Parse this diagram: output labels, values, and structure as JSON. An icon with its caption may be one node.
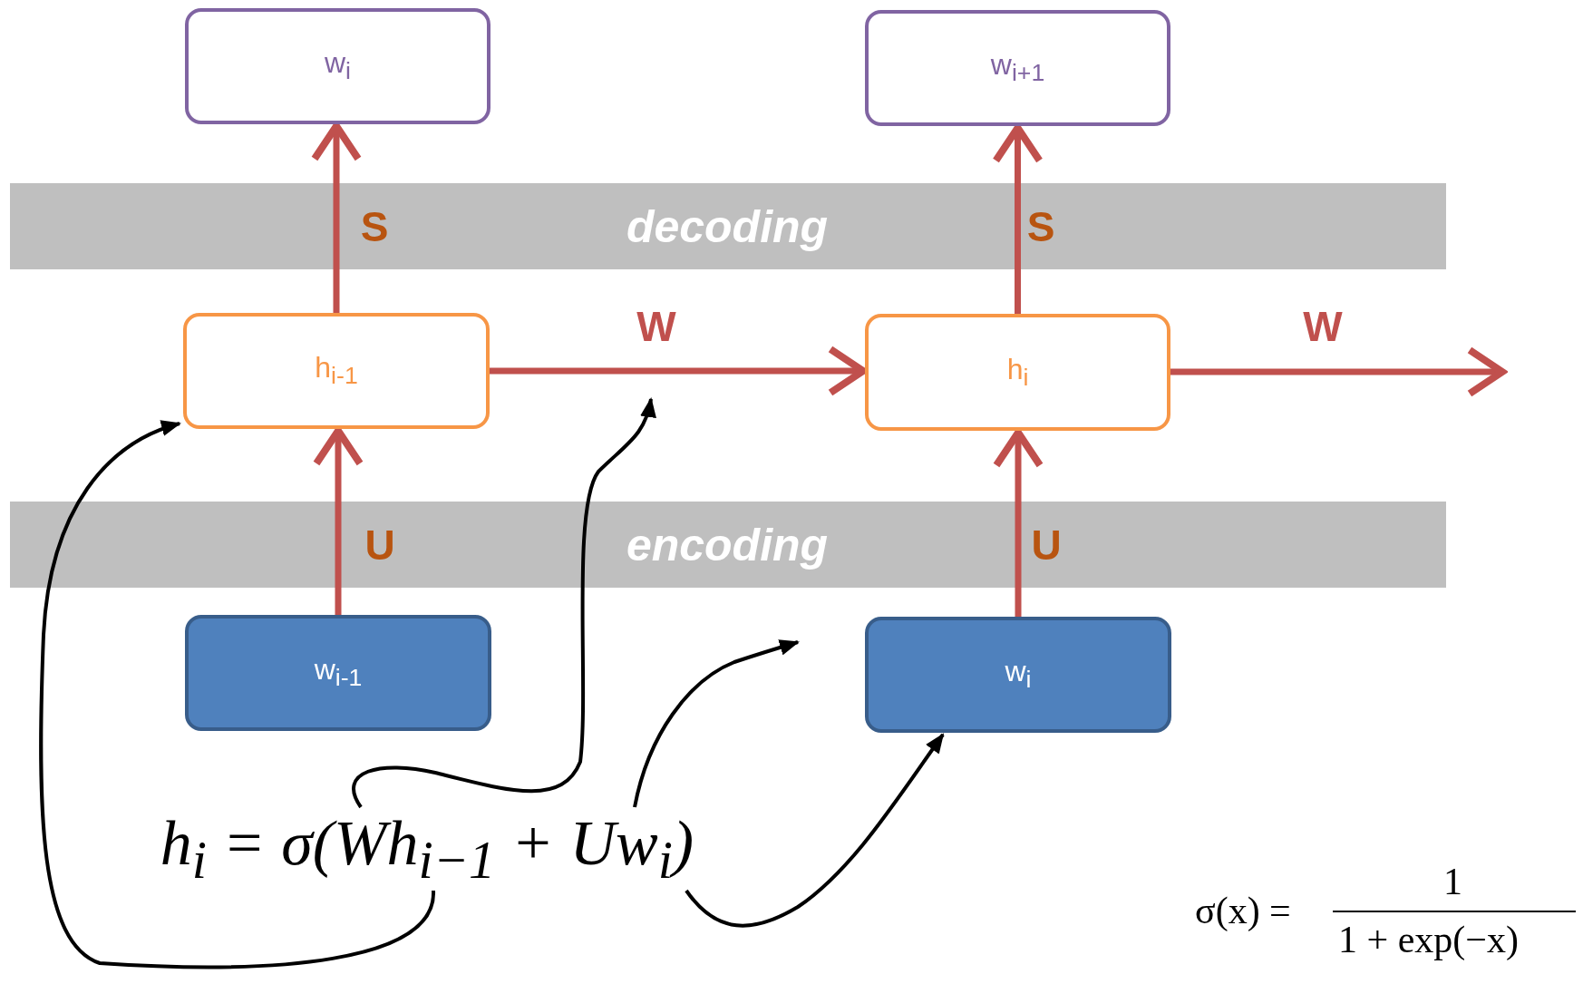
{
  "diagram": {
    "nodes": [
      {
        "text": [
          "w$_{i}$"
        ]
      },
      {
        "text": [
          "w$_{i+1}$"
        ]
      },
      {
        "text": [
          "h$_{i-1}$"
        ]
      },
      {
        "text": [
          "h$_{i}$"
        ]
      },
      {
        "text": [
          "w$_{i-1}$"
        ]
      },
      {
        "text": [
          "w$_{i}$"
        ]
      },
      {
        "text": [
          "h$_{i}$ = σ(Wh$_{i−1}$ + Uw$_{i}$)"
        ]
      }
    ],
    "edges": [
      {
        "from": 2,
        "to": 0,
        "arrow": "to",
        "label": "S"
      },
      {
        "from": 3,
        "to": 1,
        "arrow": "to",
        "label": "S"
      },
      {
        "from": 2,
        "to": 3,
        "arrow": "to",
        "label": "W"
      },
      {
        "from": 3,
        "to": null,
        "arrow": "to",
        "label": "W"
      },
      {
        "from": 4,
        "to": 2,
        "arrow": "to",
        "label": "U"
      },
      {
        "from": 5,
        "to": 3,
        "arrow": "to",
        "label": "U"
      },
      {
        "from": 6,
        "to": 2,
        "arrow": "to",
        "color": "#000000"
      },
      {
        "from": 6,
        "to": null,
        "arrow": "to",
        "color": "#000000"
      },
      {
        "from": 6,
        "to": null,
        "arrow": "to",
        "color": "#000000"
      },
      {
        "from": 6,
        "to": 5,
        "arrow": "to",
        "color": "#000000"
      }
    ],
    "labels": [
      "decoding",
      "encoding",
      "σ(x) =",
      "1",
      "1 + exp(−x)"
    ]
  }
}
